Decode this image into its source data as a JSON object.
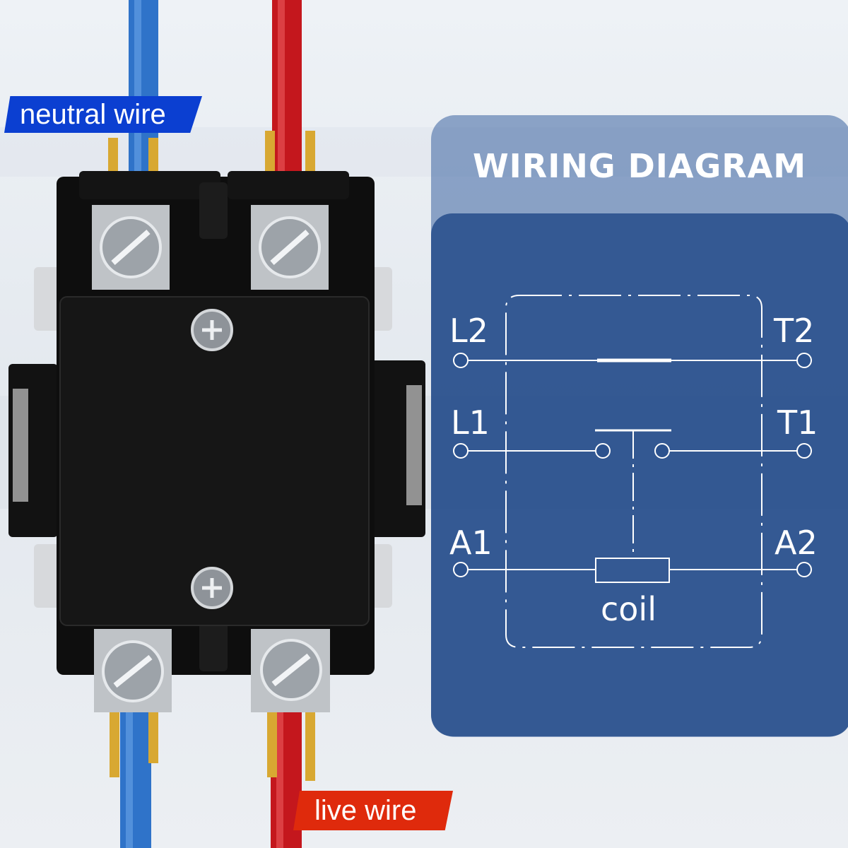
{
  "labels": {
    "neutral_wire": "neutral wire",
    "live_wire": "live wire"
  },
  "diagram": {
    "title": "WIRING DIAGRAM",
    "terminals": {
      "L2": "L2",
      "T2": "T2",
      "L1": "L1",
      "T1": "T1",
      "A1": "A1",
      "A2": "A2"
    },
    "coil": "coil"
  },
  "colors": {
    "neutral_badge": "#0b3fd1",
    "live_badge": "#df2a0c",
    "neutral_wire": "#2f73c9",
    "live_wire": "#c4171d",
    "panel": "#2c528e",
    "contactor_body": "#101010"
  }
}
